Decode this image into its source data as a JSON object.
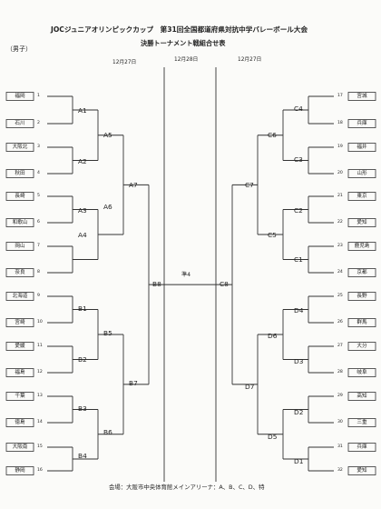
{
  "header": {
    "title": "JOCジュニアオリンピックカップ　第31回全国都道府県対抗中学バレーボール大会",
    "subtitle": "決勝トーナメント戦組合せ表",
    "category": "（男子）",
    "dates": {
      "left": "12月27日",
      "center": "12月28日",
      "right": "12月27日"
    }
  },
  "left_teams": [
    {
      "seed": "1",
      "name": "福岡"
    },
    {
      "seed": "2",
      "name": "石川"
    },
    {
      "seed": "3",
      "name": "大阪北"
    },
    {
      "seed": "4",
      "name": "秋田"
    },
    {
      "seed": "5",
      "name": "長崎"
    },
    {
      "seed": "6",
      "name": "和歌山"
    },
    {
      "seed": "7",
      "name": "岡山"
    },
    {
      "seed": "8",
      "name": "奈良"
    },
    {
      "seed": "9",
      "name": "北海道"
    },
    {
      "seed": "10",
      "name": "宮崎"
    },
    {
      "seed": "11",
      "name": "愛媛"
    },
    {
      "seed": "12",
      "name": "福島"
    },
    {
      "seed": "13",
      "name": "千葉"
    },
    {
      "seed": "14",
      "name": "徳島"
    },
    {
      "seed": "15",
      "name": "大阪南"
    },
    {
      "seed": "16",
      "name": "静岡"
    }
  ],
  "right_teams": [
    {
      "seed": "17",
      "name": "宮城"
    },
    {
      "seed": "18",
      "name": "兵庫"
    },
    {
      "seed": "19",
      "name": "福井"
    },
    {
      "seed": "20",
      "name": "山形"
    },
    {
      "seed": "21",
      "name": "東京"
    },
    {
      "seed": "22",
      "name": "愛知"
    },
    {
      "seed": "23",
      "name": "鹿児島"
    },
    {
      "seed": "24",
      "name": "京都"
    },
    {
      "seed": "25",
      "name": "長野"
    },
    {
      "seed": "26",
      "name": "群馬"
    },
    {
      "seed": "27",
      "name": "大分"
    },
    {
      "seed": "28",
      "name": "岐阜"
    },
    {
      "seed": "29",
      "name": "高知"
    },
    {
      "seed": "30",
      "name": "三重"
    },
    {
      "seed": "31",
      "name": "兵庫"
    },
    {
      "seed": "32",
      "name": "愛知"
    }
  ],
  "matches": {
    "A1": "A1",
    "A2": "A2",
    "A3": "A3",
    "A4": "A4",
    "A5": "A5",
    "A6": "A6",
    "A7": "A7",
    "B1": "B1",
    "B2": "B2",
    "B3": "B3",
    "B4": "B4",
    "B5": "B5",
    "B6": "B6",
    "B7": "B7",
    "C1": "C1",
    "C2": "C2",
    "C3": "C3",
    "C4": "C4",
    "C5": "C5",
    "C6": "C6",
    "C7": "C7",
    "D1": "D1",
    "D2": "D2",
    "D3": "D3",
    "D4": "D4",
    "D5": "D5",
    "D6": "D6",
    "D7": "D7",
    "SL": "B8",
    "SR": "C8",
    "F": "準4"
  },
  "footer": "会場：大阪市中央体育館メインアリーナ：A、B、C、D、特"
}
